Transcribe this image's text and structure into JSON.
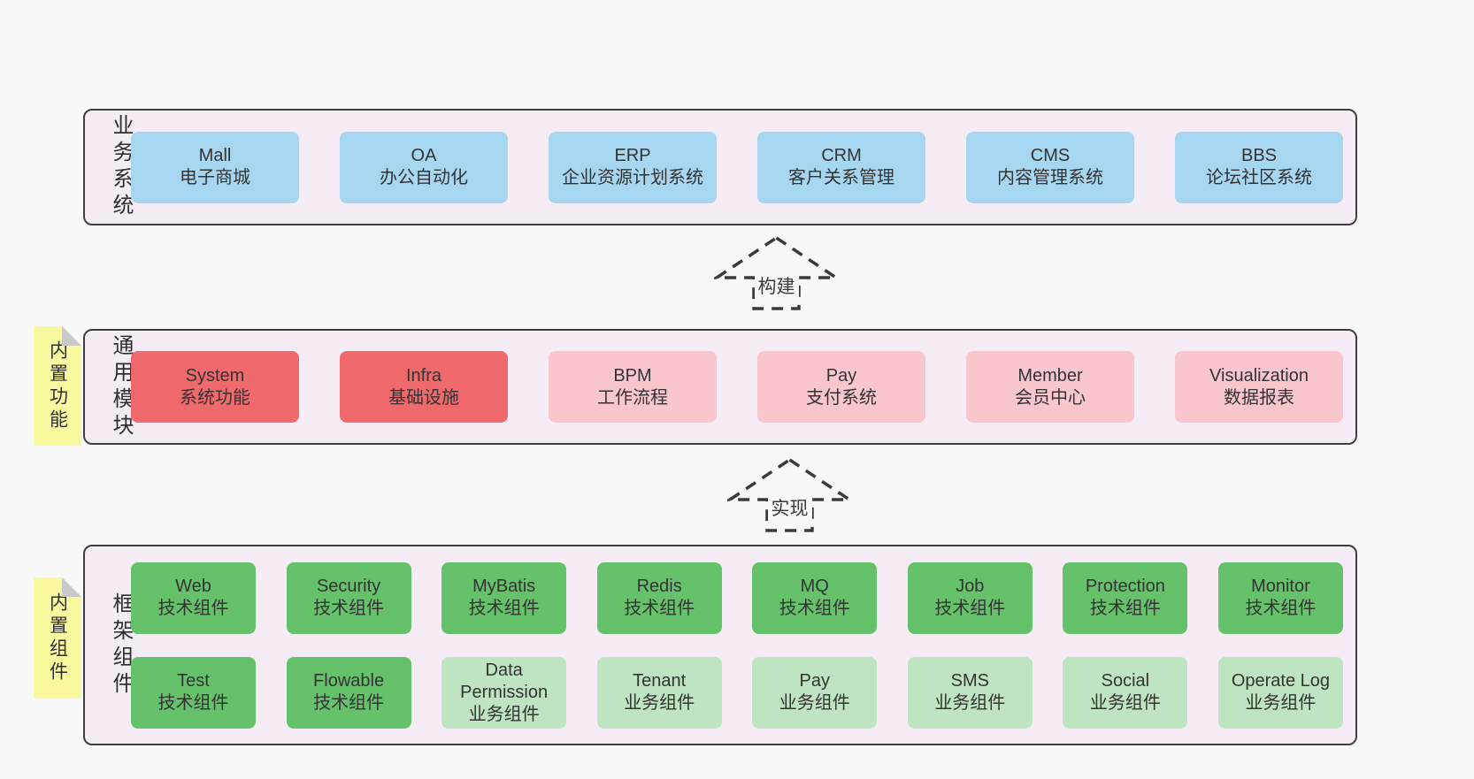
{
  "colors": {
    "page_background": "#f8f8f8",
    "container_fill": "#f6ecf5",
    "container_border": "#3f3f3f",
    "blue_box": "#a7d7f0",
    "red_box": "#f0696c",
    "pink_box": "#f9c6ce",
    "green_box": "#66c16b",
    "light_green_box": "#bee4c1",
    "note_yellow": "#f9f9a0",
    "note_fold_gray": "#c9c9c9",
    "text": "#333333"
  },
  "layers": [
    {
      "label": "业务系统",
      "boxes": [
        {
          "title": "Mall",
          "subtitle": "电子商城"
        },
        {
          "title": "OA",
          "subtitle": "办公自动化"
        },
        {
          "title": "ERP",
          "subtitle": "企业资源计划系统"
        },
        {
          "title": "CRM",
          "subtitle": "客户关系管理"
        },
        {
          "title": "CMS",
          "subtitle": "内容管理系统"
        },
        {
          "title": "BBS",
          "subtitle": "论坛社区系统"
        }
      ]
    },
    {
      "label": "通用模块",
      "note": "内置功能",
      "boxes": [
        {
          "title": "System",
          "subtitle": "系统功能",
          "color": "red"
        },
        {
          "title": "Infra",
          "subtitle": "基础设施",
          "color": "red"
        },
        {
          "title": "BPM",
          "subtitle": "工作流程",
          "color": "pink"
        },
        {
          "title": "Pay",
          "subtitle": "支付系统",
          "color": "pink"
        },
        {
          "title": "Member",
          "subtitle": "会员中心",
          "color": "pink"
        },
        {
          "title": "Visualization",
          "subtitle": "数据报表",
          "color": "pink"
        }
      ]
    },
    {
      "label": "框架组件",
      "note": "内置组件",
      "rows": [
        [
          {
            "title": "Web",
            "subtitle": "技术组件",
            "color": "green"
          },
          {
            "title": "Security",
            "subtitle": "技术组件",
            "color": "green"
          },
          {
            "title": "MyBatis",
            "subtitle": "技术组件",
            "color": "green"
          },
          {
            "title": "Redis",
            "subtitle": "技术组件",
            "color": "green"
          },
          {
            "title": "MQ",
            "subtitle": "技术组件",
            "color": "green"
          },
          {
            "title": "Job",
            "subtitle": "技术组件",
            "color": "green"
          },
          {
            "title": "Protection",
            "subtitle": "技术组件",
            "color": "green"
          },
          {
            "title": "Monitor",
            "subtitle": "技术组件",
            "color": "green"
          }
        ],
        [
          {
            "title": "Test",
            "subtitle": "技术组件",
            "color": "green"
          },
          {
            "title": "Flowable",
            "subtitle": "技术组件",
            "color": "green"
          },
          {
            "title": "Data Permission",
            "subtitle": "业务组件",
            "color": "lightgreen"
          },
          {
            "title": "Tenant",
            "subtitle": "业务组件",
            "color": "lightgreen"
          },
          {
            "title": "Pay",
            "subtitle": "业务组件",
            "color": "lightgreen"
          },
          {
            "title": "SMS",
            "subtitle": "业务组件",
            "color": "lightgreen"
          },
          {
            "title": "Social",
            "subtitle": "业务组件",
            "color": "lightgreen"
          },
          {
            "title": "Operate Log",
            "subtitle": "业务组件",
            "color": "lightgreen"
          }
        ]
      ]
    }
  ],
  "arrows": [
    {
      "label": "构建"
    },
    {
      "label": "实现"
    }
  ]
}
